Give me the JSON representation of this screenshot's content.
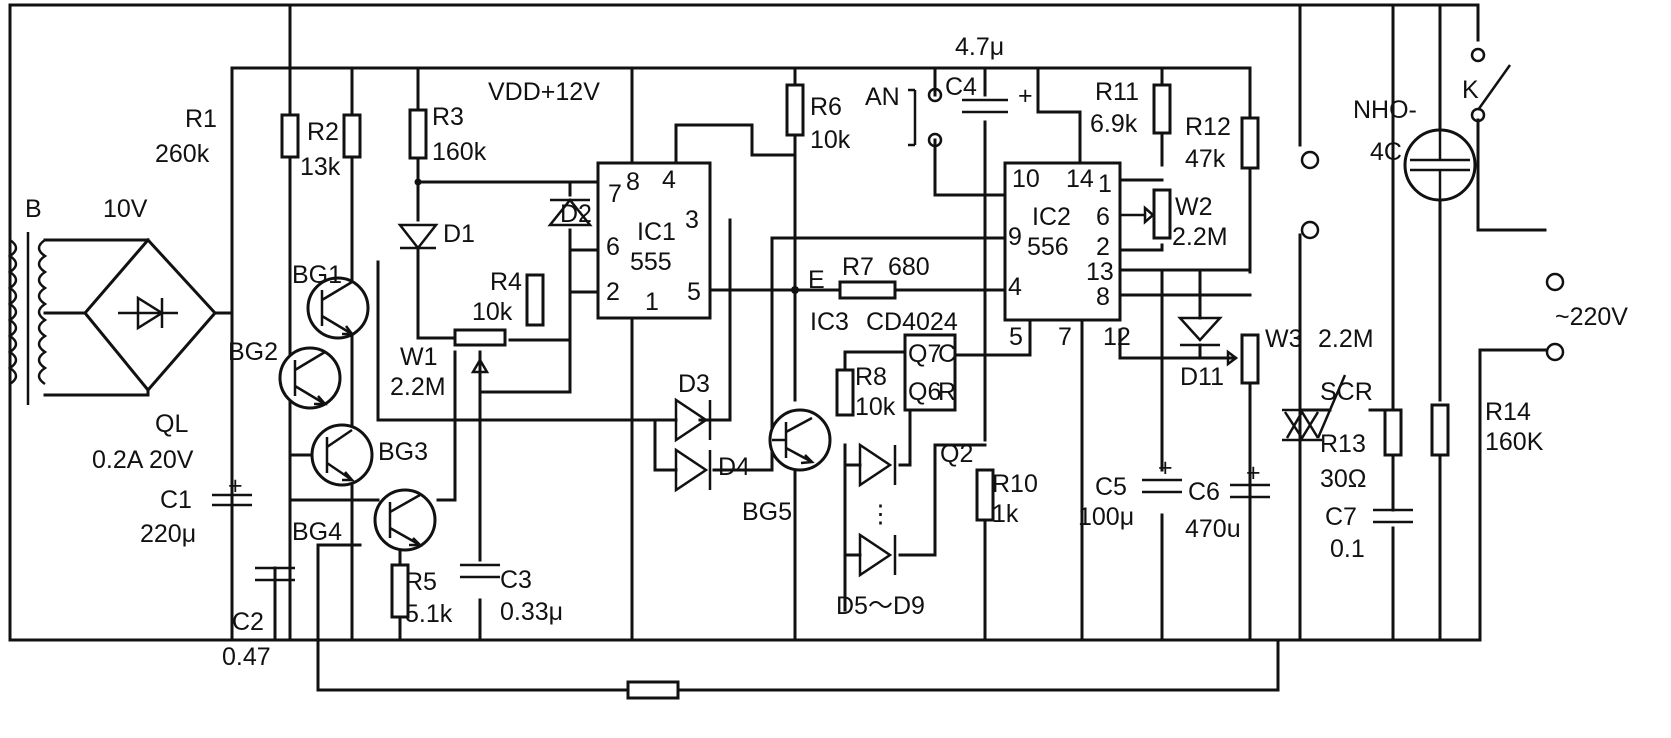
{
  "labels": {
    "vdd": "VDD+12V",
    "c4_value": "4.7μ",
    "an": "AN",
    "c4": "C4",
    "r11": "R11",
    "r11_value": "6.9k",
    "r12": "R12",
    "r12_value": "47k",
    "nho": "NHO-",
    "nho_4c": "4C",
    "k": "K",
    "r1": "R1",
    "r1_value": "260k",
    "r2": "R2",
    "r2_value": "13k",
    "r3": "R3",
    "r3_value": "160k",
    "r6": "R6",
    "r6_value": "10k",
    "b": "B",
    "v10": "10V",
    "d1": "D1",
    "d2": "D2",
    "ic1_pin7": "7",
    "ic1_pin8": "8",
    "ic1_pin4": "4",
    "ic1_pin3": "3",
    "ic1_pin6": "6",
    "ic1_pin2": "2",
    "ic1_pin1": "1",
    "ic1_pin5": "5",
    "ic1": "IC1",
    "ic1_type": "555",
    "ic2_pin10": "10",
    "ic2_pin14": "14",
    "ic2_pin1": "1",
    "ic2_pin9": "9",
    "ic2_pin6": "6",
    "ic2_pin2": "2",
    "ic2_pin13": "13",
    "ic2_pin4": "4",
    "ic2_pin8": "8",
    "ic2_pin5": "5",
    "ic2_pin7": "7",
    "ic2_pin12": "12",
    "ic2": "IC2",
    "ic2_type": "556",
    "w2": "W2",
    "w2_value": "2.2M",
    "r4": "R4",
    "r4_value": "10k",
    "e": "E",
    "r7": "R7",
    "r7_value": "680",
    "mains": "~220V",
    "bg1": "BG1",
    "bg2": "BG2",
    "bg3": "BG3",
    "bg4": "BG4",
    "bg5": "BG5",
    "w1": "W1",
    "w1_value": "2.2M",
    "ic3": "IC3",
    "ic3_type": "CD4024",
    "q7": "Q7",
    "q6": "Q6",
    "ic3_c": "C",
    "ic3_r": "R",
    "w3": "W3",
    "w3_value": "2.2M",
    "r8": "R8",
    "r8_value": "10k",
    "d3": "D3",
    "d4": "D4",
    "d11": "D11",
    "scr": "SCR",
    "r14": "R14",
    "r14_value": "160K",
    "ql": "QL",
    "ql_value": "0.2A 20V",
    "c1": "C1",
    "c1_value": "220μ",
    "q2": "Q2",
    "r10": "R10",
    "r10_value": "1k",
    "c5": "C5",
    "c5_value": "100μ",
    "c6": "C6",
    "c6_value": "470u",
    "r13": "R13",
    "r13_value": "30Ω",
    "c7": "C7",
    "c7_value": "0.1",
    "r5": "R5",
    "r5_value": "5.1k",
    "c3": "C3",
    "c3_value": "0.33μ",
    "dots": "⋮",
    "d5_d9": "D5～D9",
    "c2": "C2",
    "c2_value": "0.47",
    "plus": "+"
  }
}
